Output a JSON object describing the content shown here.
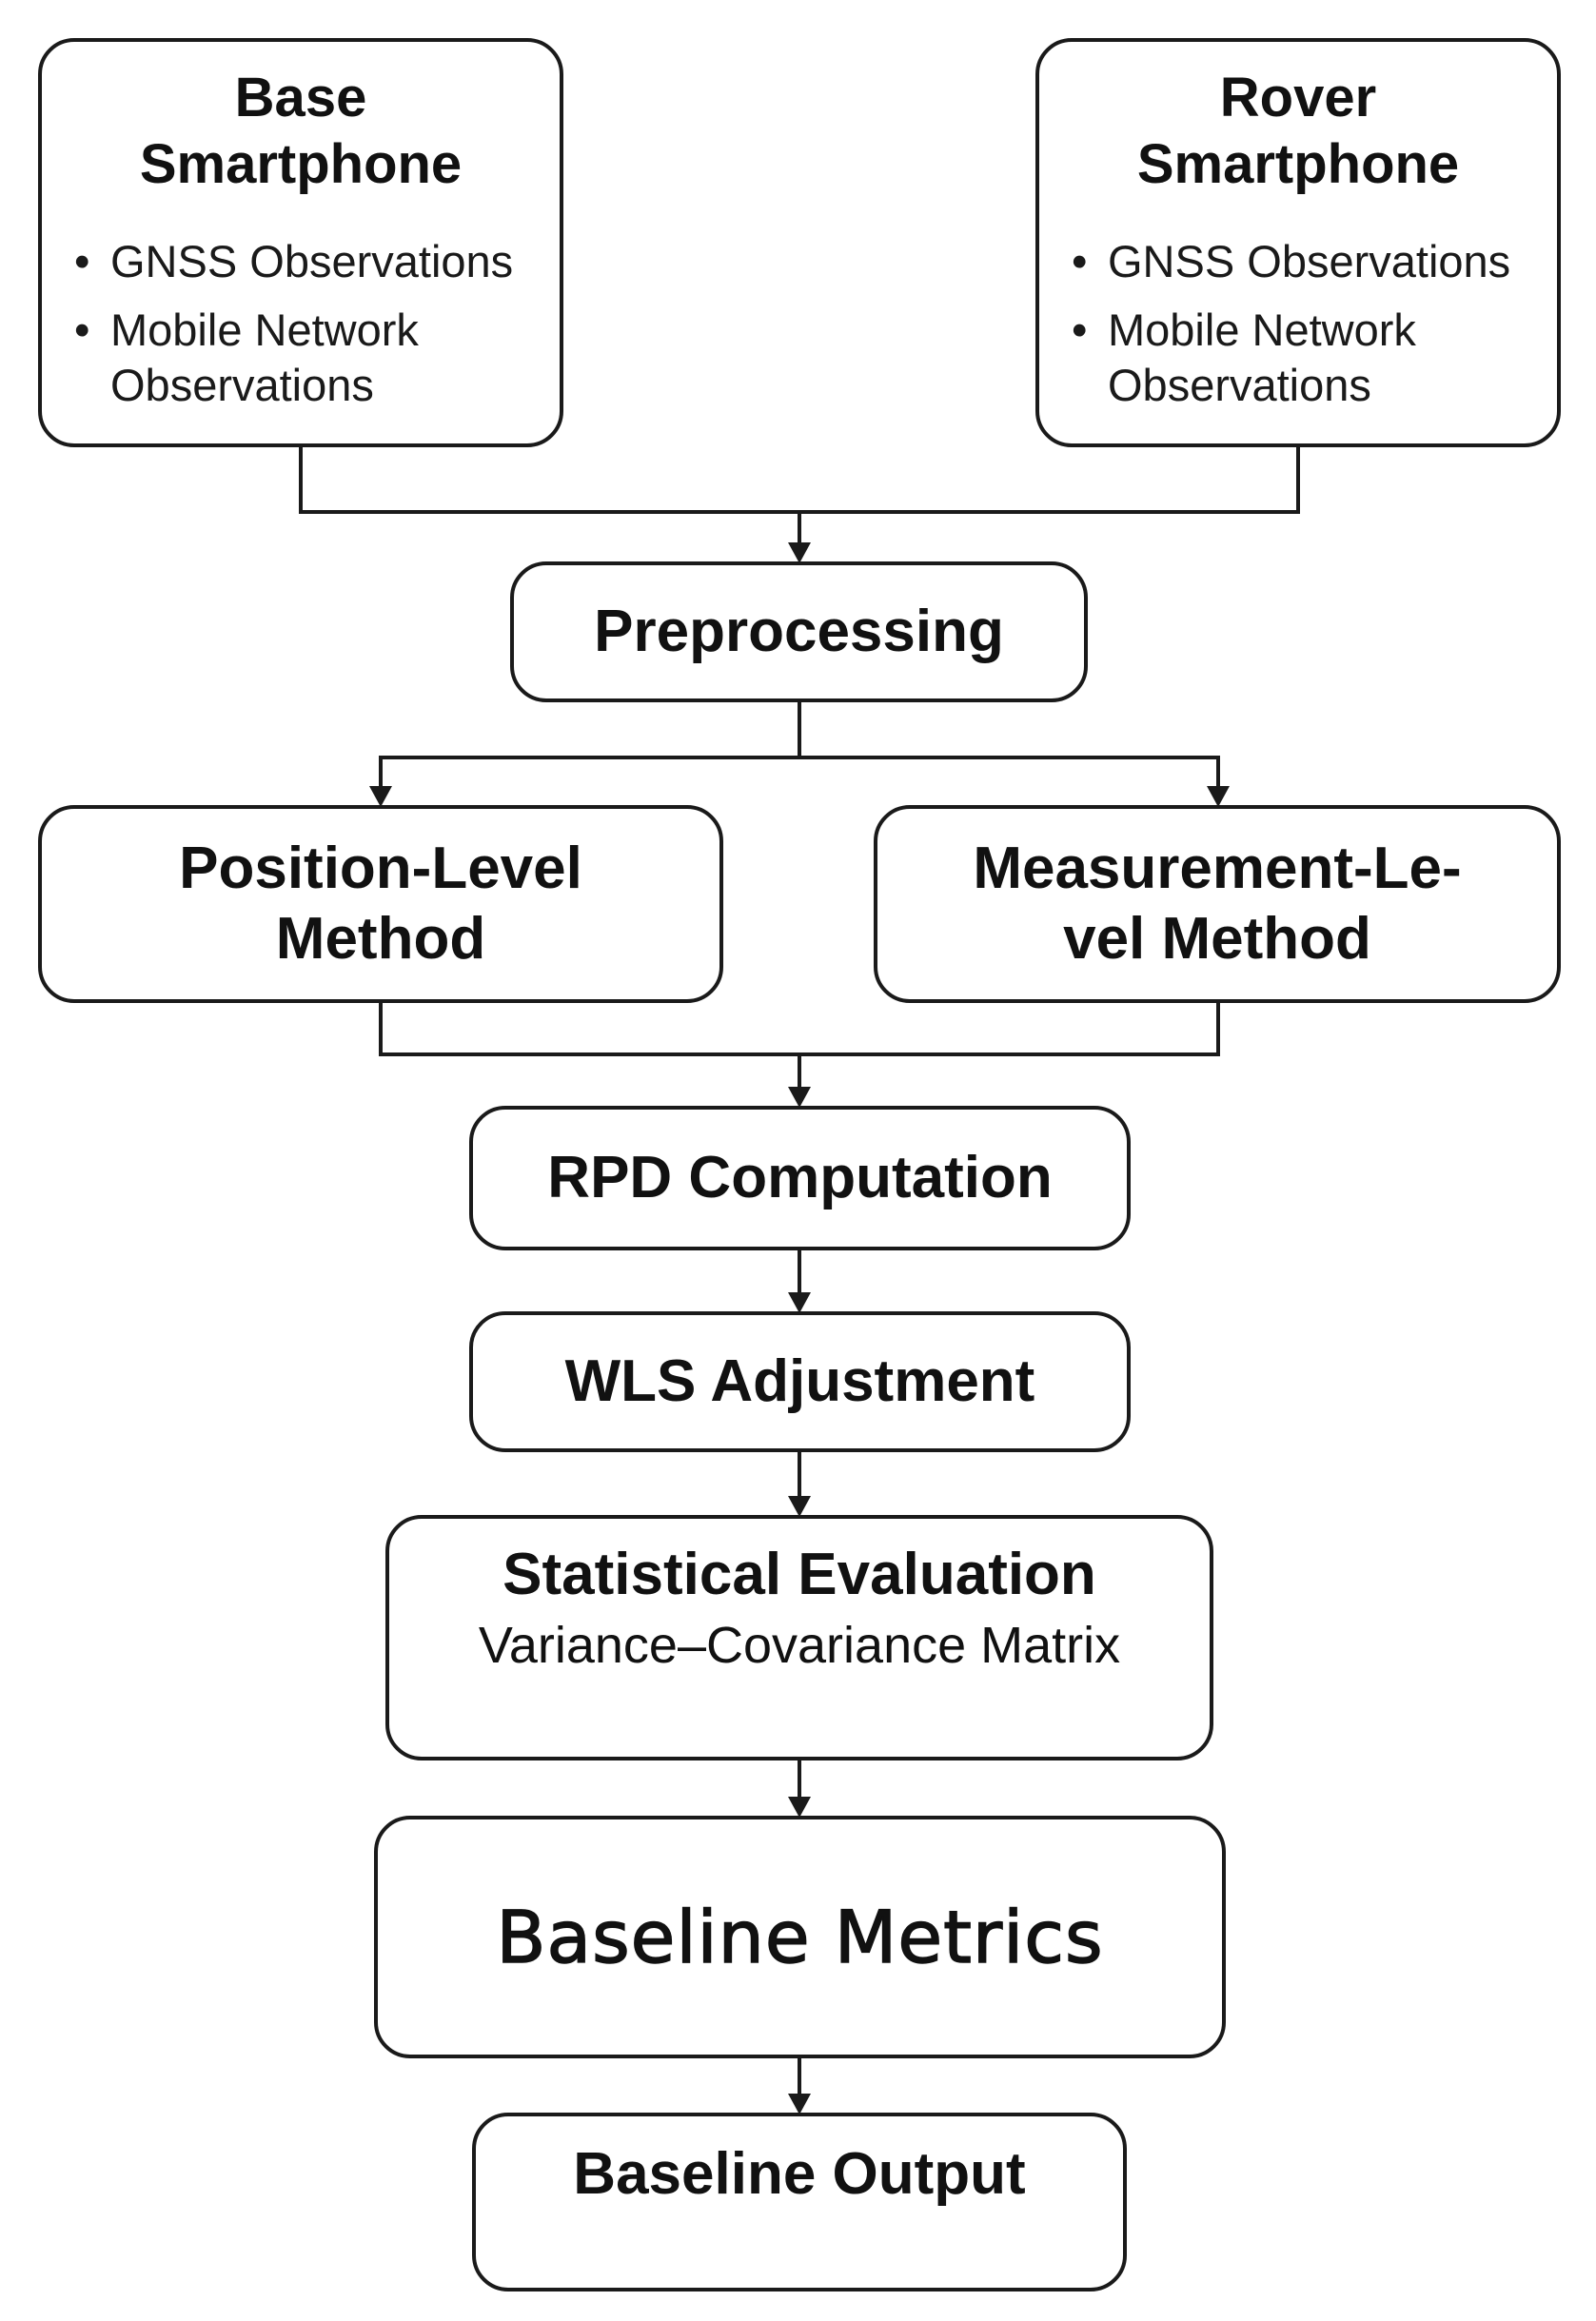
{
  "diagram": {
    "base": {
      "title_line1": "Base",
      "title_line2": "Smartphone",
      "bullets": [
        "GNSS Observations",
        "Mobile Network Observations"
      ]
    },
    "rover": {
      "title_line1": "Rover",
      "title_line2": "Smartphone",
      "bullets": [
        "GNSS Observations",
        "Mobile Network Observations"
      ]
    },
    "preprocessing": {
      "title": "Preprocessing"
    },
    "position_level": {
      "title_line1": "Position-Level",
      "title_line2": "Method"
    },
    "measurement_level": {
      "title_line1": "Measurement-Le-",
      "title_line2": "vel Method"
    },
    "rpd": {
      "title": "RPD Computation"
    },
    "wls": {
      "title": "WLS Adjustment"
    },
    "statistical": {
      "title": "Statistical Evaluation",
      "subtitle": "Variance–Covariance Matrix"
    },
    "metrics": {
      "title": "Baseline Metrics"
    },
    "output": {
      "title": "Baseline Output"
    }
  },
  "colors": {
    "stroke": "#1a1a1a",
    "background": "#ffffff",
    "text": "#111111"
  }
}
